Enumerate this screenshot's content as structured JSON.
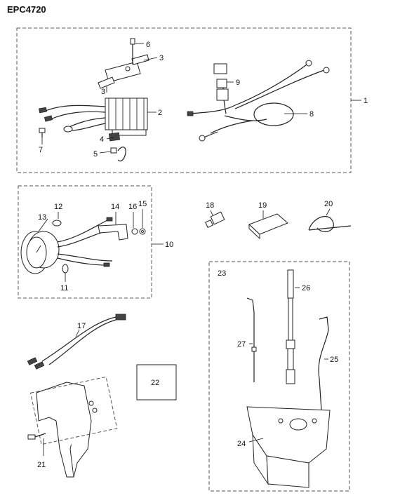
{
  "title": "EPC4720",
  "callouts": {
    "c1": "1",
    "c2": "2",
    "c3a": "3",
    "c3b": "3",
    "c4": "4",
    "c5": "5",
    "c6": "6",
    "c7": "7",
    "c8": "8",
    "c9": "9",
    "c10": "10",
    "c11": "11",
    "c12": "12",
    "c13": "13",
    "c14": "14",
    "c15": "15",
    "c16": "16",
    "c17": "17",
    "c18": "18",
    "c19": "19",
    "c20": "20",
    "c21": "21",
    "c22": "22",
    "c23": "23",
    "c24": "24",
    "c25": "25",
    "c26": "26",
    "c27": "27"
  }
}
